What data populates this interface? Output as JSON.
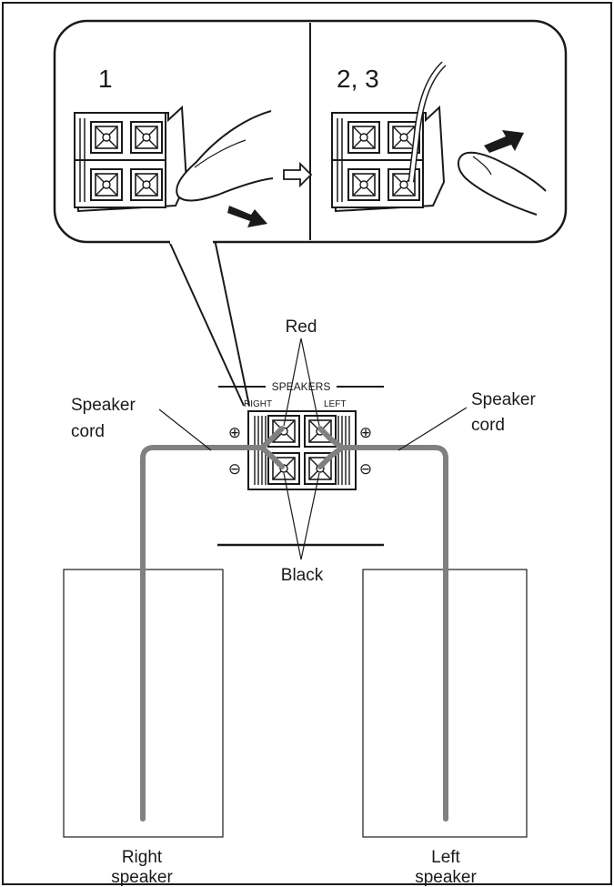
{
  "callout": {
    "step1": "1",
    "step23": "2, 3"
  },
  "terminal": {
    "header": "SPEAKERS",
    "right": "RIGHT",
    "left": "LEFT",
    "plus": "⊕",
    "minus": "⊖"
  },
  "labels": {
    "red": "Red",
    "black": "Black",
    "cord_left_line1": "Speaker",
    "cord_left_line2": "cord",
    "cord_right_line1": "Speaker",
    "cord_right_line2": "cord",
    "right_speaker_line1": "Right",
    "right_speaker_line2": "speaker",
    "left_speaker_line1": "Left",
    "left_speaker_line2": "speaker"
  },
  "colors": {
    "line": "#1a1a1a",
    "cord": "#808080",
    "background": "#ffffff"
  }
}
